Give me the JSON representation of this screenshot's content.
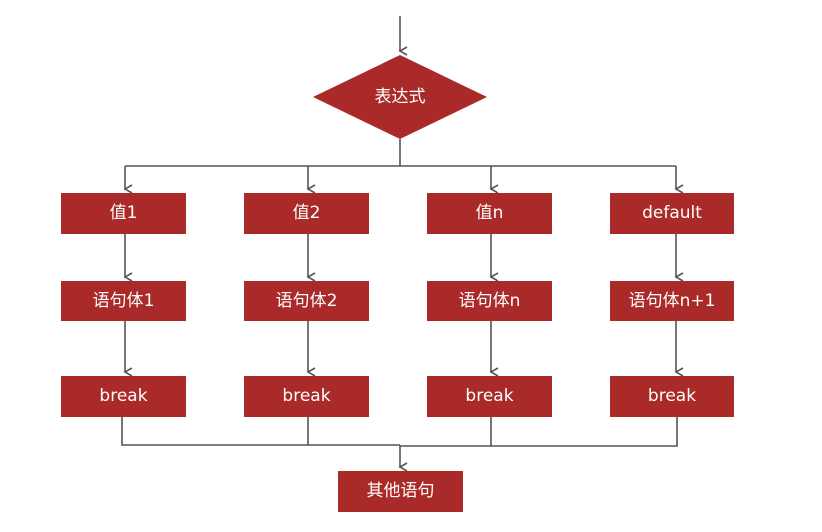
{
  "diagram": {
    "expression": "表达式",
    "branches": [
      {
        "value": "值1",
        "body": "语句体1",
        "break": "break"
      },
      {
        "value": "值2",
        "body": "语句体2",
        "break": "break"
      },
      {
        "value": "值n",
        "body": "语句体n",
        "break": "break"
      },
      {
        "value": "default",
        "body": "语句体n+1",
        "break": "break"
      }
    ],
    "other": "其他语句",
    "colors": {
      "box_fill": "#a92a28",
      "box_text": "#ffffff",
      "line": "#555555"
    }
  }
}
